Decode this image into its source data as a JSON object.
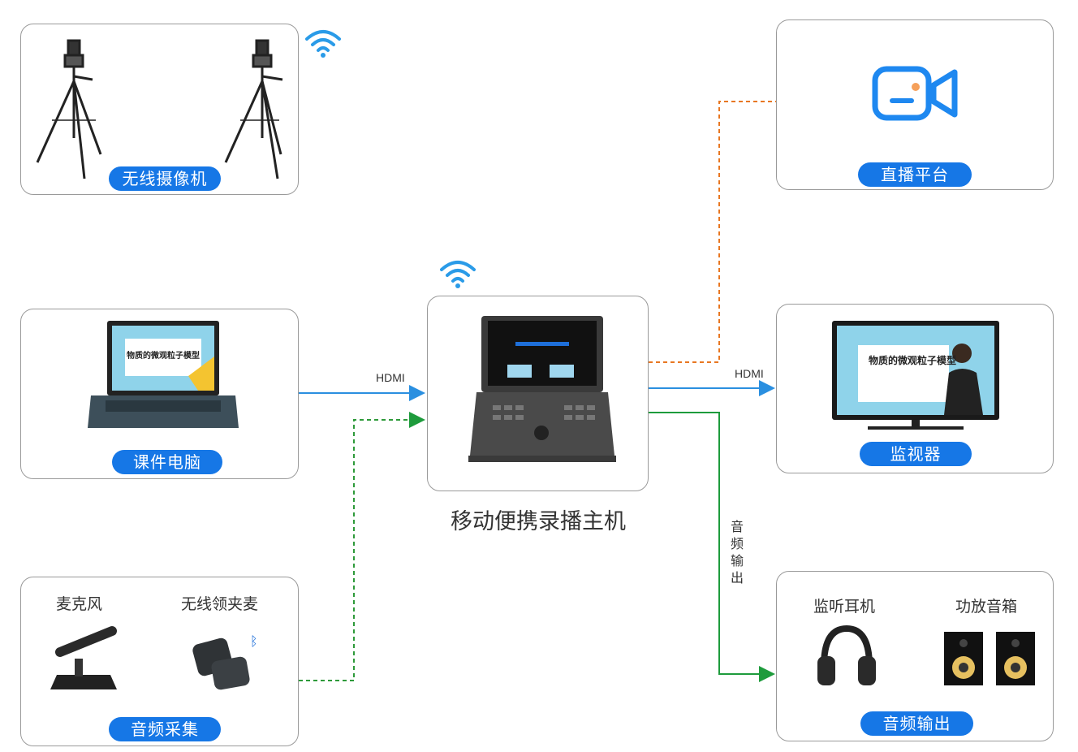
{
  "nodes": {
    "wireless_camera": {
      "label": "无线摄像机"
    },
    "courseware_pc": {
      "label": "课件电脑"
    },
    "audio_capture": {
      "label": "音频采集",
      "microphone": "麦克风",
      "lavalier": "无线领夹麦"
    },
    "host": {
      "label": "移动便携录播主机"
    },
    "live_platform": {
      "label": "直播平台"
    },
    "monitor": {
      "label": "监视器",
      "screen_text": "物质的微观粒子模型"
    },
    "audio_output": {
      "label": "音频输出",
      "headphones": "监听耳机",
      "speakers": "功放音箱"
    },
    "laptop_screen_text": "物质的微观粒子模型"
  },
  "connections": {
    "hdmi_in": "HDMI",
    "hdmi_out": "HDMI",
    "audio_out_chars": [
      "音",
      "频",
      "输",
      "出"
    ]
  },
  "colors": {
    "accent": "#1677e6",
    "hdmi_line": "#2a8fe0",
    "audio_in_line": "#2e9a3a",
    "audio_out_line": "#1e9b3c",
    "stream_line": "#e87722",
    "box_border": "#9a9a9a"
  }
}
